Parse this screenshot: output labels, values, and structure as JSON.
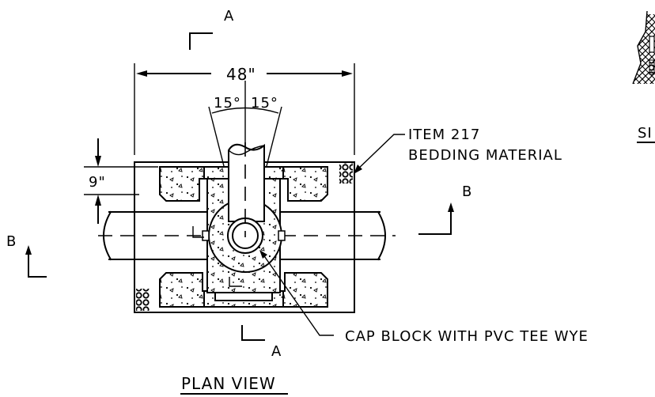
{
  "labels": {
    "section_a_top": "A",
    "section_a_bottom": "A",
    "section_b_left": "B",
    "section_b_right": "B",
    "width_dim": "48\"",
    "angle_left": "15°",
    "angle_right": "15°",
    "depth_dim": "9\"",
    "item_line1": "ITEM 217",
    "item_line2": "BEDDING MATERIAL",
    "cap_block": "CAP BLOCK WITH PVC TEE WYE",
    "view_title": "PLAN VIEW",
    "section_cut": "SI"
  }
}
